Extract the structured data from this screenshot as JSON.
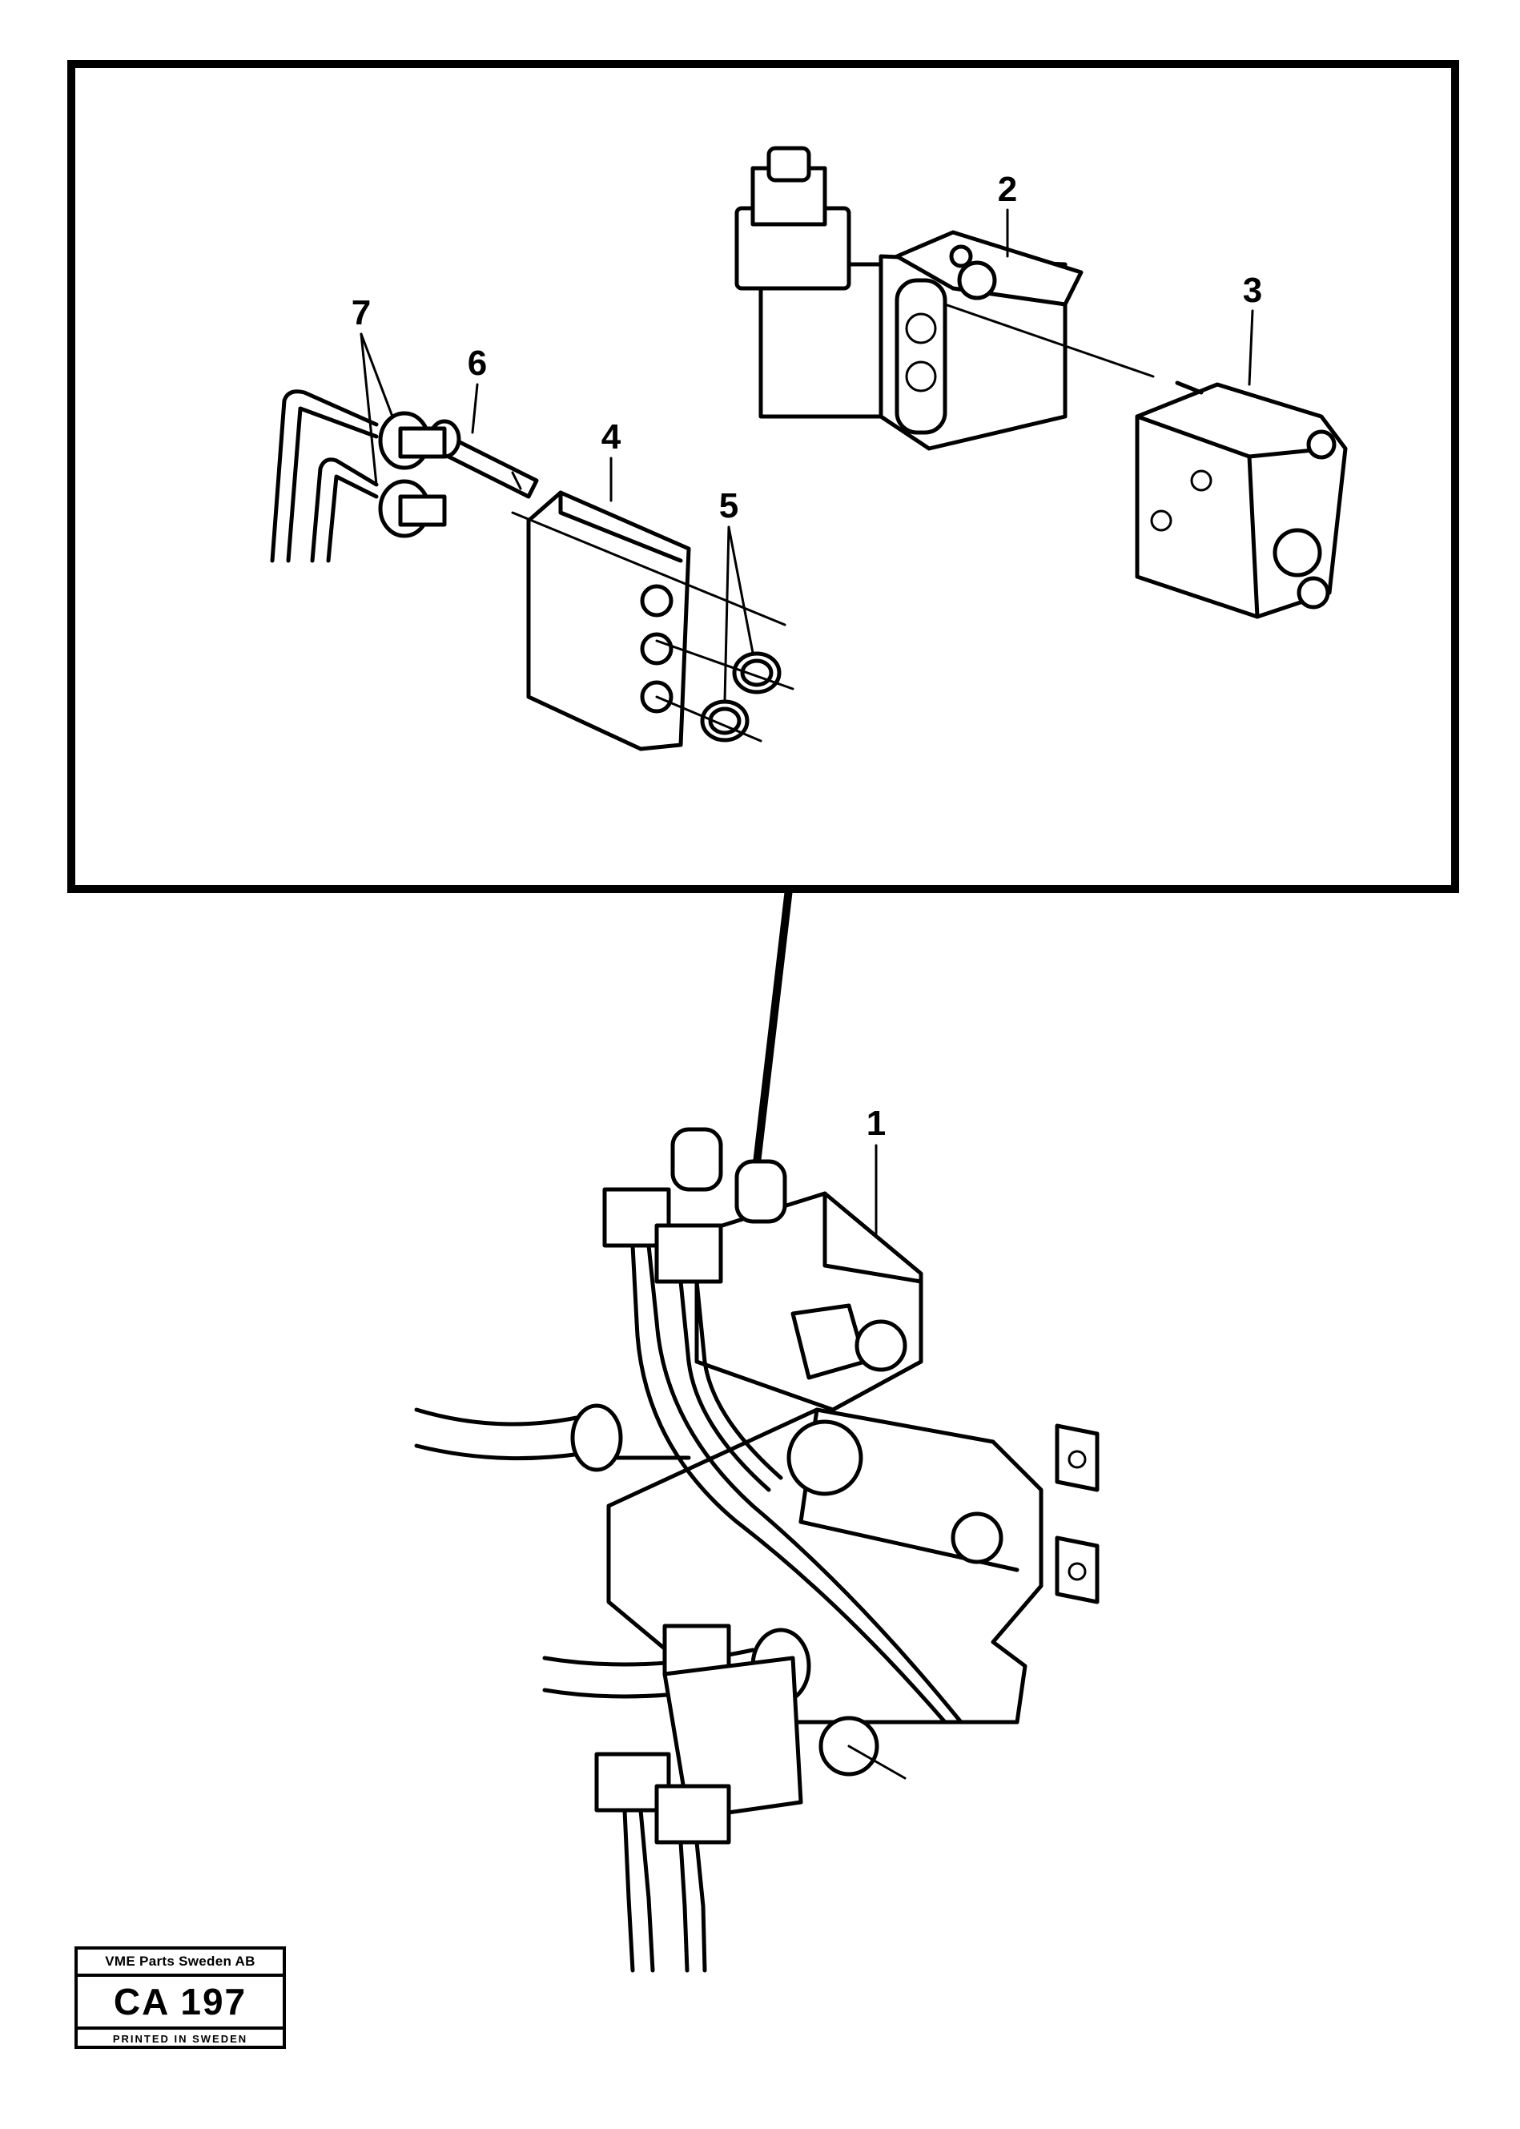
{
  "callouts": [
    "1",
    "2",
    "3",
    "4",
    "5",
    "6",
    "7"
  ],
  "stamp": {
    "company": "VME Parts Sweden AB",
    "code": "CA 197",
    "printed": "PRINTED IN SWEDEN"
  }
}
